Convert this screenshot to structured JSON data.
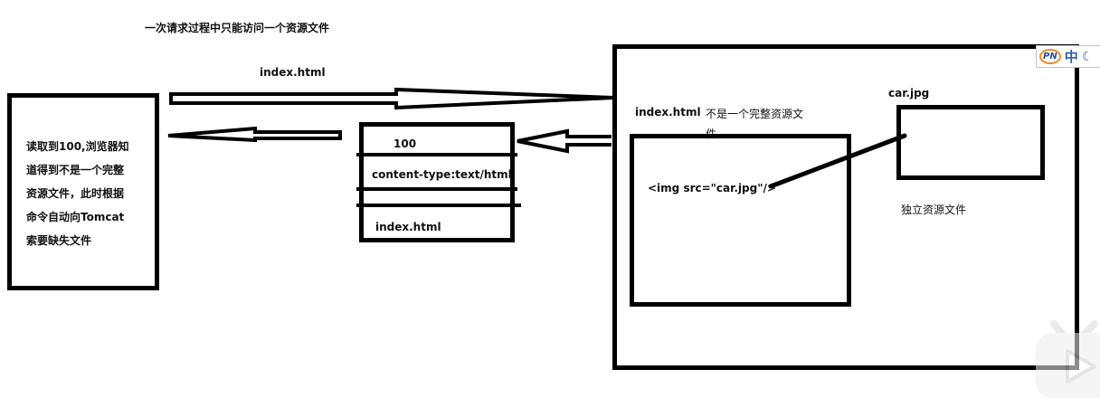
{
  "title": "一次请求过程中只能访问一个资源文件",
  "request_arrow": {
    "label": "index.html"
  },
  "browser_box": {
    "lines": [
      "读取到100,浏览器知",
      "道得到不是一个完整",
      "资源文件，此时根据",
      "命令自动向Tomcat",
      "索要缺失文件"
    ]
  },
  "response_box": {
    "rows": [
      "100",
      "content-type:text/html",
      "",
      "index.html"
    ]
  },
  "server": {
    "index_label": "index.html",
    "index_note_line1": "不是一个完整资源文",
    "index_note_line2": "件",
    "img_tag": "<img src=\"car.jpg\"/>",
    "car_label": "car.jpg",
    "car_note": "独立资源文件"
  },
  "ime_indicator": {
    "logo": "PN",
    "mode": "中",
    "icon": "moon-icon"
  },
  "watermark": {
    "icon": "tv-play-icon"
  }
}
